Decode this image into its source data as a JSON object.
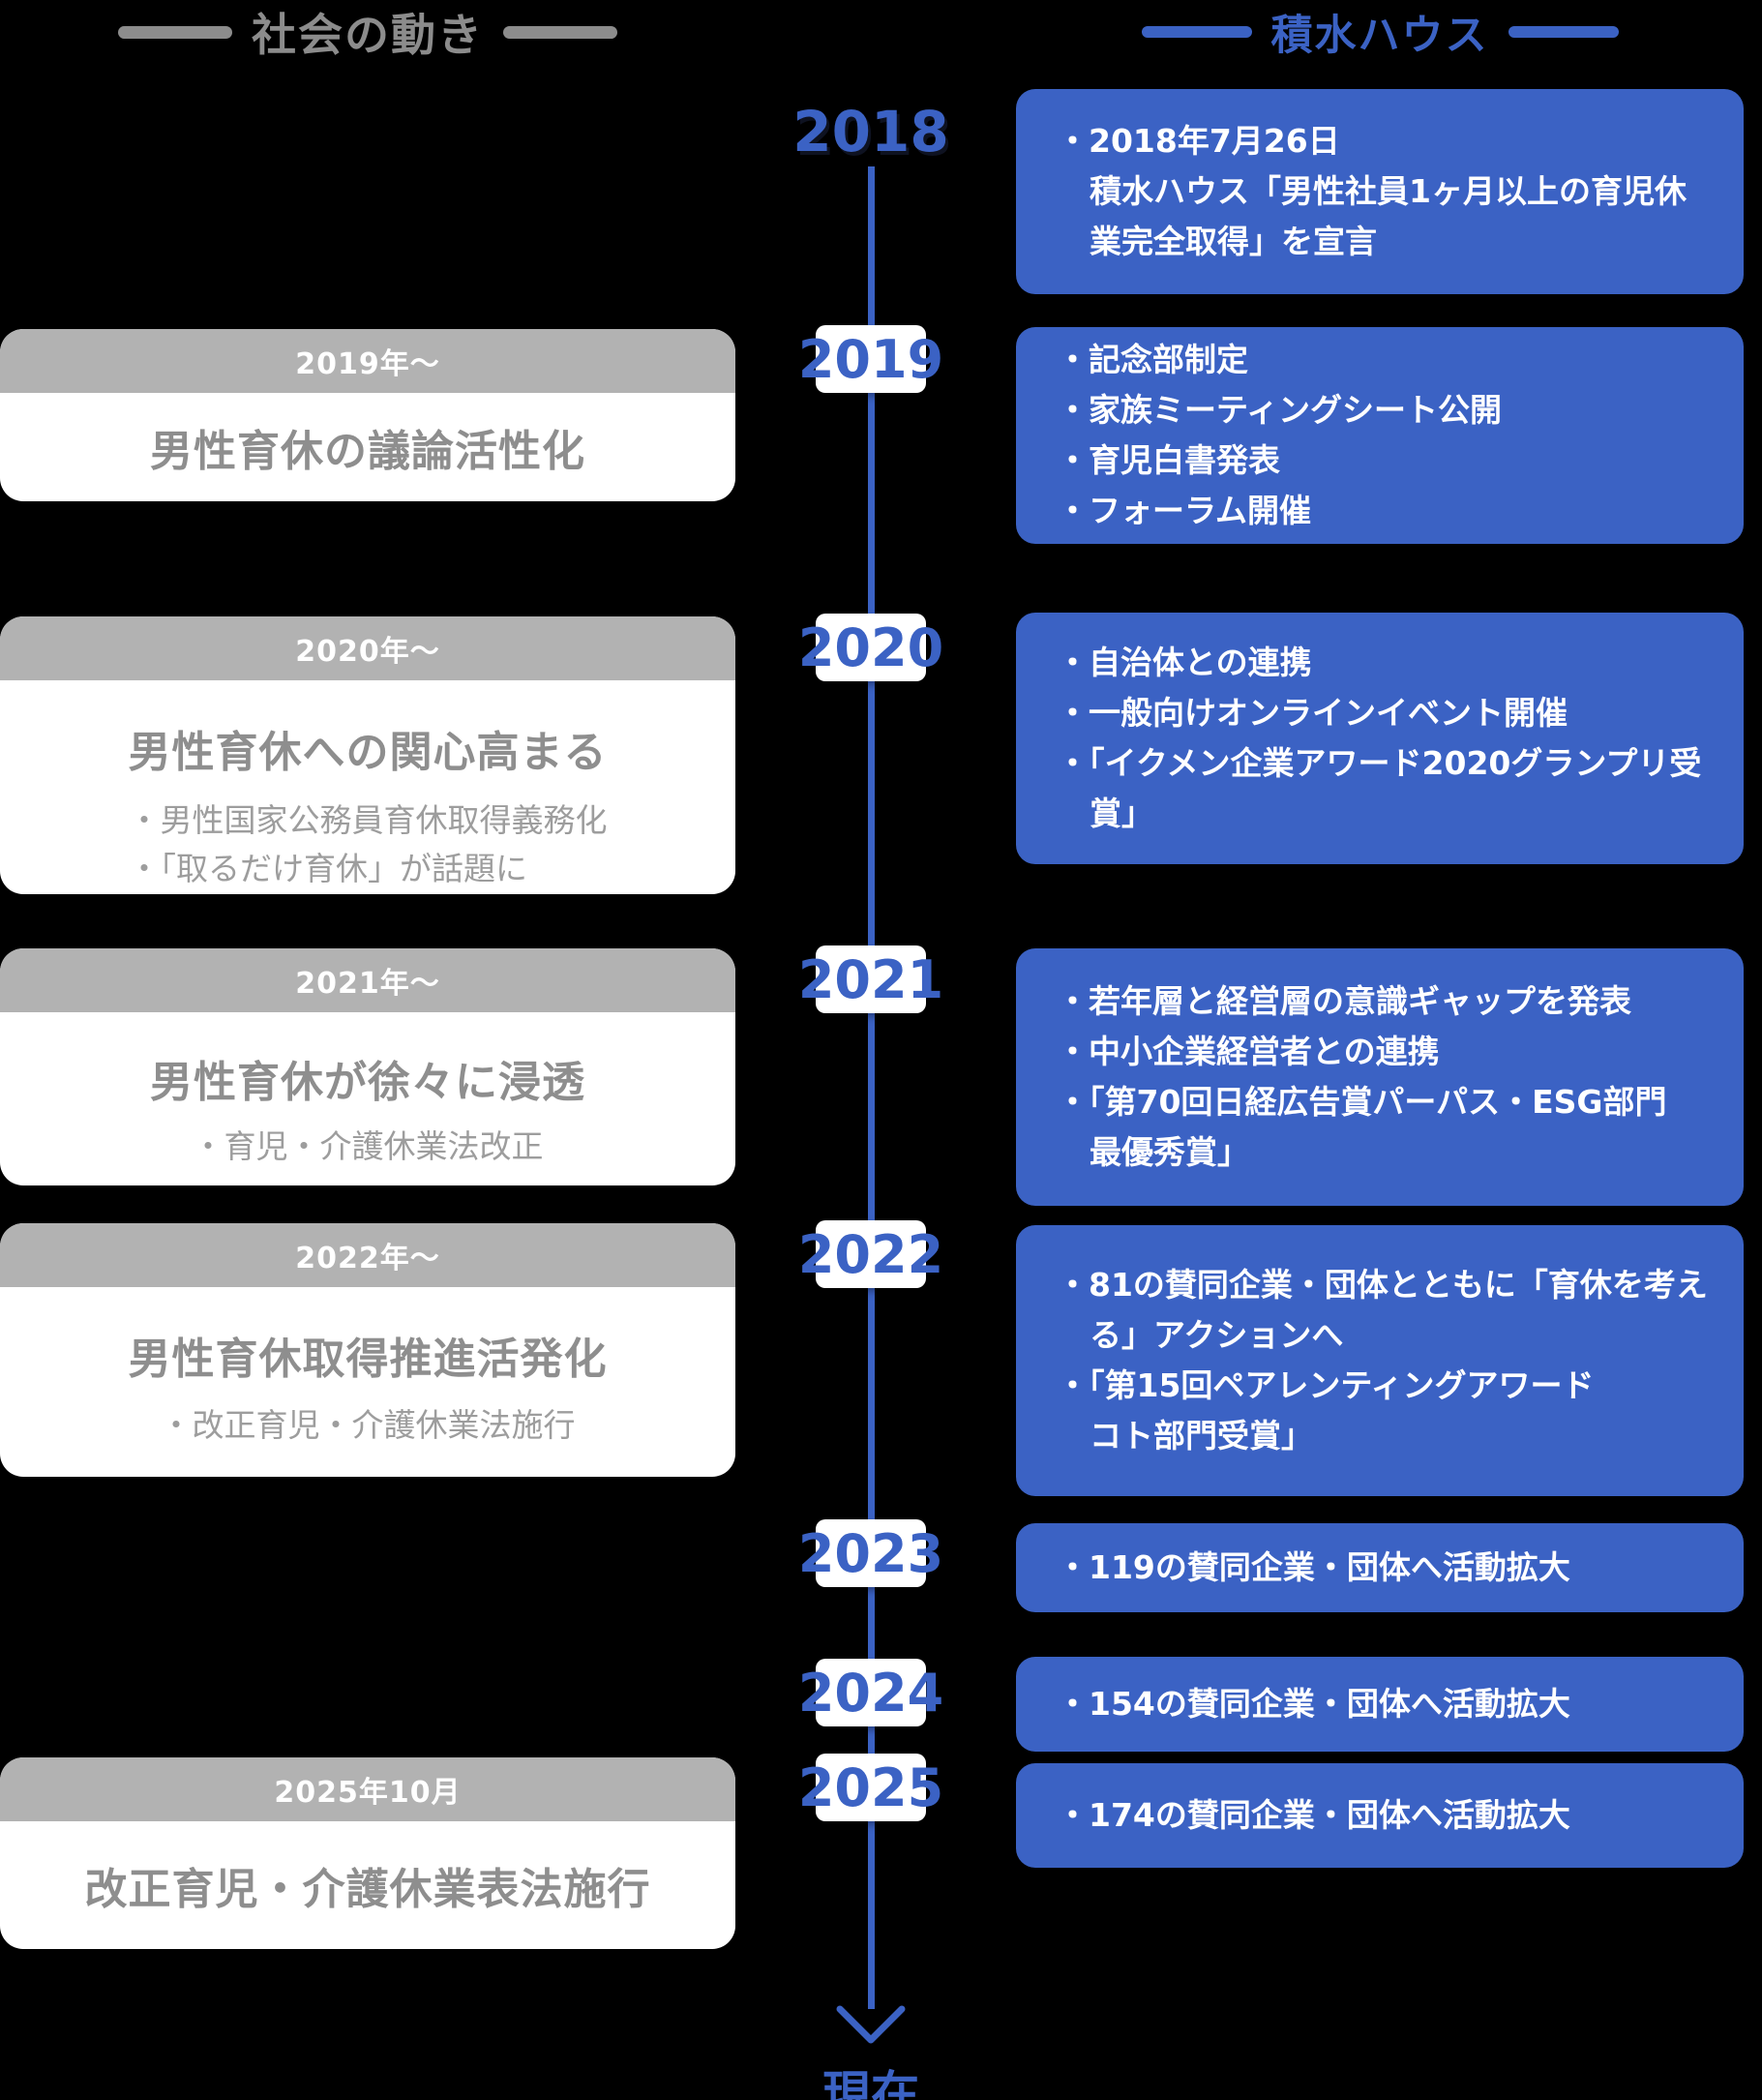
{
  "colors": {
    "background": "#000000",
    "accent_blue": "#3B62C4",
    "box_blue": "#3B62C4",
    "gray_band": "#B2B2B2",
    "gray_text": "#8C8C8C",
    "title_gray": "#8E8E8E",
    "bullet_gray": "#9D9D9D"
  },
  "headers": {
    "left": "社会の動き",
    "right": "積水ハウス"
  },
  "timeline": {
    "current_label": "現在"
  },
  "years": [
    "2018",
    "2019",
    "2020",
    "2021",
    "2022",
    "2023",
    "2024",
    "2025"
  ],
  "sekisui_boxes": [
    {
      "year": "2018",
      "items": [
        "・2018年7月26日\n積水ハウス「男性社員1ヶ月以上の育児休\n業完全取得」を宣言"
      ]
    },
    {
      "year": "2019",
      "items": [
        "・記念部制定",
        "・家族ミーティングシート公開",
        "・育児白書発表",
        "・フォーラム開催"
      ]
    },
    {
      "year": "2020",
      "items": [
        "・自治体との連携",
        "・一般向けオンラインイベント開催",
        "・「イクメン企業アワード2020グランプリ受\n賞」"
      ]
    },
    {
      "year": "2021",
      "items": [
        "・若年層と経営層の意識ギャップを発表",
        "・中小企業経営者との連携",
        "・「第70回日経広告賞パーパス・ESG部門\n最優秀賞」"
      ]
    },
    {
      "year": "2022",
      "items": [
        "・81の賛同企業・団体とともに「育休を考え\nる」アクションへ",
        "・「第15回ペアレンティングアワード\nコト部門受賞」"
      ]
    },
    {
      "year": "2023",
      "items": [
        "・119の賛同企業・団体へ活動拡大"
      ]
    },
    {
      "year": "2024",
      "items": [
        "・154の賛同企業・団体へ活動拡大"
      ]
    },
    {
      "year": "2025",
      "items": [
        "・174の賛同企業・団体へ活動拡大"
      ]
    }
  ],
  "society_boxes": [
    {
      "period": "2019年〜",
      "title": "男性育休の議論活性化",
      "bullets": []
    },
    {
      "period": "2020年〜",
      "title": "男性育休への関心高まる",
      "bullets": [
        "・男性国家公務員育休取得義務化",
        "・「取るだけ育休」が話題に"
      ]
    },
    {
      "period": "2021年〜",
      "title": "男性育休が徐々に浸透",
      "bullets": [
        "・育児・介護休業法改正"
      ]
    },
    {
      "period": "2022年〜",
      "title": "男性育休取得推進活発化",
      "bullets": [
        "・改正育児・介護休業法施行"
      ]
    },
    {
      "period": "2025年10月",
      "title": "改正育児・介護休業表法施行",
      "bullets": []
    }
  ]
}
